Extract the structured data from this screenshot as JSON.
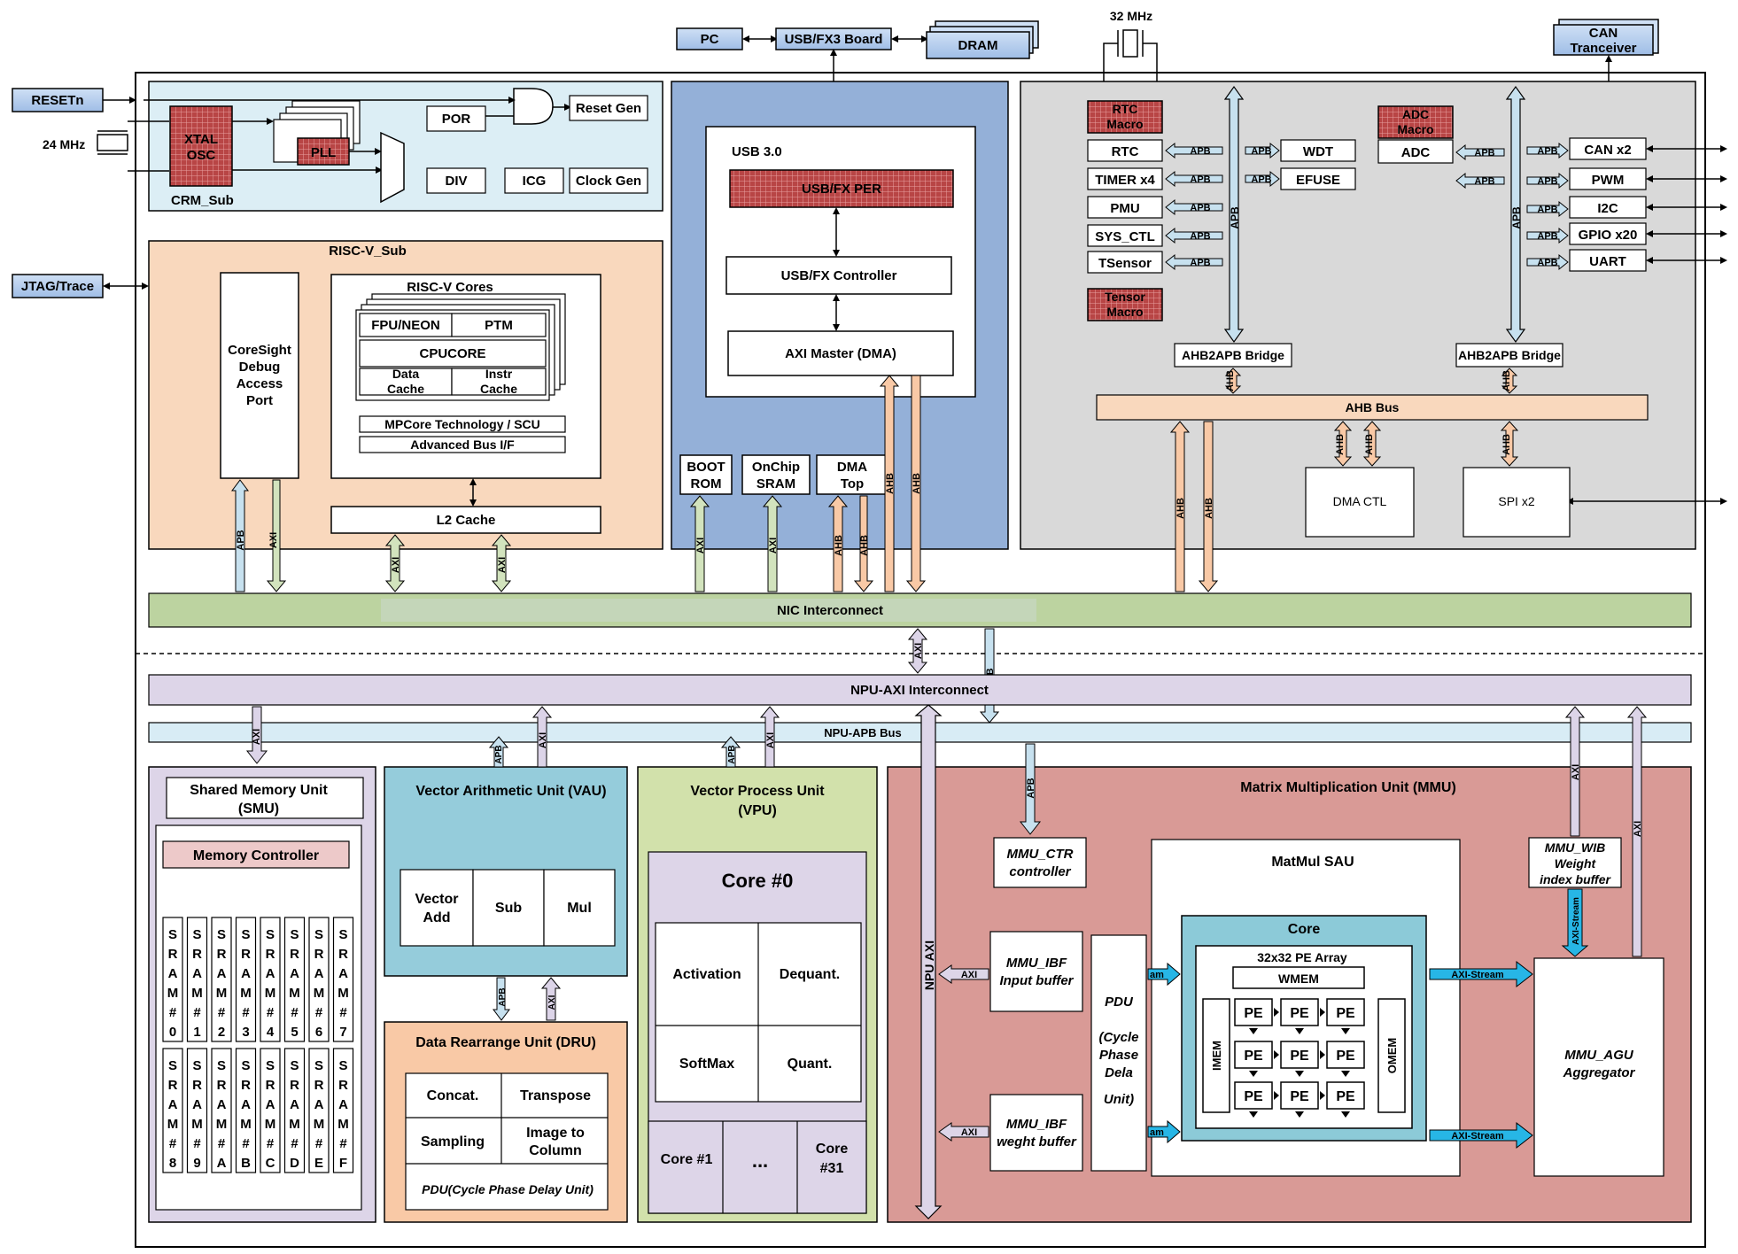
{
  "ext": {
    "resetn": "RESETn",
    "clk24": "24 MHz",
    "jtag": "JTAG/Trace",
    "pc": "PC",
    "usb_board": "USB/FX3 Board",
    "dram": "DRAM",
    "clk32": "32 MHz",
    "can_l1": "CAN",
    "can_l2": "Tranceiver"
  },
  "crm": {
    "label": "CRM_Sub",
    "xtal_l1": "XTAL",
    "xtal_l2": "OSC",
    "pll": "PLL",
    "por": "POR",
    "reset_gen": "Reset Gen",
    "div": "DIV",
    "icg": "ICG",
    "clock_gen": "Clock Gen"
  },
  "riscv": {
    "label": "RISC-V_Sub",
    "cores_title": "RISC-V Cores",
    "fpu": "FPU/NEON",
    "ptm": "PTM",
    "cpucore": "CPUCORE",
    "dcache_l1": "Data",
    "dcache_l2": "Cache",
    "icache_l1": "Instr",
    "icache_l2": "Cache",
    "mpcore": "MPCore Technology / SCU",
    "busif": "Advanced Bus I/F",
    "l2": "L2 Cache",
    "coresight_l1": "CoreSight",
    "coresight_l2": "Debug",
    "coresight_l3": "Access",
    "coresight_l4": "Port"
  },
  "usb": {
    "title": "USB 3.0",
    "per": "USB/FX PER",
    "ctrl": "USB/FX Controller",
    "axi_master": "AXI Master (DMA)",
    "boot_l1": "BOOT",
    "boot_l2": "ROM",
    "sram_l1": "OnChip",
    "sram_l2": "SRAM",
    "dma_l1": "DMA",
    "dma_l2": "Top"
  },
  "periph": {
    "rtc_macro_l1": "RTC",
    "rtc_macro_l2": "Macro",
    "rtc": "RTC",
    "timer": "TIMER x4",
    "pmu": "PMU",
    "sysctl": "SYS_CTL",
    "tsensor": "TSensor",
    "tensor_macro_l1": "Tensor",
    "tensor_macro_l2": "Macro",
    "wdt": "WDT",
    "efuse": "EFUSE",
    "adc_macro_l1": "ADC",
    "adc_macro_l2": "Macro",
    "adc": "ADC",
    "can": "CAN x2",
    "pwm": "PWM",
    "i2c": "I2C",
    "gpio": "GPIO x20",
    "uart": "UART",
    "bridge1": "AHB2APB Bridge",
    "bridge2": "AHB2APB Bridge",
    "ahb_bus": "AHB Bus",
    "dma_ctl": "DMA CTL",
    "spi": "SPI x2"
  },
  "bus": {
    "apb": "APB",
    "ahb": "AHB",
    "axi": "AXI",
    "nic": "NIC Interconnect",
    "npu_axi_ic": "NPU-AXI Interconnect",
    "npu_apb": "NPU-APB Bus",
    "npu_axi": "NPU AXI",
    "axi_stream": "AXI-Stream",
    "am": "am"
  },
  "smu": {
    "title_l1": "Shared Memory Unit",
    "title_l2": "(SMU)",
    "memctrl": "Memory Controller",
    "sram_top": [
      "0",
      "1",
      "2",
      "3",
      "4",
      "5",
      "6",
      "7"
    ],
    "sram_bot": [
      "8",
      "9",
      "A",
      "B",
      "C",
      "D",
      "E",
      "F"
    ]
  },
  "vau": {
    "title": "Vector Arithmetic Unit (VAU)",
    "vadd_l1": "Vector",
    "vadd_l2": "Add",
    "sub": "Sub",
    "mul": "Mul"
  },
  "dru": {
    "title": "Data Rearrange Unit (DRU)",
    "concat": "Concat.",
    "transpose": "Transpose",
    "sampling": "Sampling",
    "i2c_l1": "Image to",
    "i2c_l2": "Column",
    "pdu": "PDU(Cycle Phase Delay Unit)"
  },
  "vpu": {
    "title_l1": "Vector Process Unit",
    "title_l2": "(VPU)",
    "core0": "Core #0",
    "activation": "Activation",
    "dequant": "Dequant.",
    "softmax": "SoftMax",
    "quant": "Quant.",
    "core1": "Core #1",
    "dots": "...",
    "core31_l1": "Core",
    "core31_l2": "#31"
  },
  "mmu": {
    "title": "Matrix Multiplication Unit (MMU)",
    "ctr_l1": "MMU_CTR",
    "ctr_l2": "controller",
    "ibf1_l1": "MMU_IBF",
    "ibf1_l2": "Input buffer",
    "ibf2_l1": "MMU_IBF",
    "ibf2_l2": "weght buffer",
    "pdu_l1": "PDU",
    "pdu_l2": "(Cycle",
    "pdu_l3": "Phase",
    "pdu_l4": "Dela",
    "pdu_l5": "Unit)",
    "sau": "MatMul SAU",
    "core": "Core",
    "pe_array": "32x32 PE Array",
    "wmem": "WMEM",
    "imem": "IMEM",
    "omem": "OMEM",
    "pe": "PE",
    "wib_l1": "MMU_WIB",
    "wib_l2": "Weight",
    "wib_l3": "index buffer",
    "agu_l1": "MMU_AGU",
    "agu_l2": "Aggregator"
  }
}
